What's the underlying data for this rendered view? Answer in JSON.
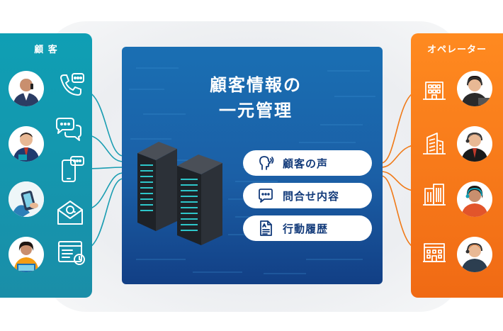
{
  "left_panel": {
    "title": "顧 客",
    "customers": [
      {
        "contact_icon": "phone-icon"
      },
      {
        "contact_icon": "chat-bubbles-icon"
      },
      {
        "contact_icon": "smartphone-chat-icon"
      },
      {
        "contact_icon": "email-icon"
      },
      {
        "contact_icon": "web-form-icon"
      }
    ]
  },
  "right_panel": {
    "title": "オペレーター",
    "operators": [
      {
        "building_icon": "office-building-icon"
      },
      {
        "building_icon": "tower-building-icon"
      },
      {
        "building_icon": "city-building-icon"
      },
      {
        "building_icon": "office-block-icon"
      }
    ]
  },
  "center": {
    "title_line1": "顧客情報の",
    "title_line2": "一元管理",
    "items": [
      {
        "label": "顧客の声",
        "icon": "speaking-head-icon"
      },
      {
        "label": "問合せ内容",
        "icon": "chat-dots-icon"
      },
      {
        "label": "行動履歴",
        "icon": "document-icon"
      }
    ]
  },
  "colors": {
    "customer_accent": "#0f9fb4",
    "operator_accent": "#f07a18",
    "center_blue": "#1a64ab",
    "pill_text": "#123a7a"
  }
}
